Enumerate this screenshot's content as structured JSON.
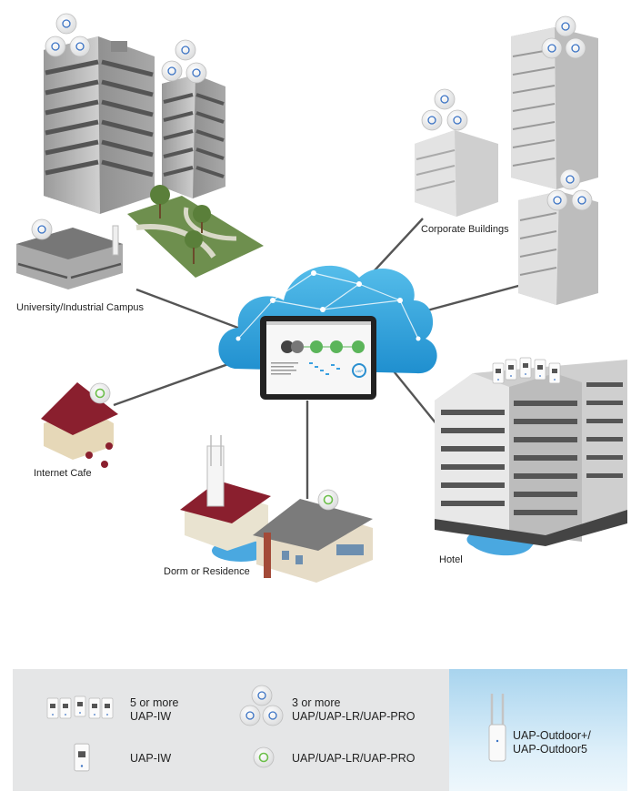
{
  "labels": {
    "university": "University/Industrial Campus",
    "corporate": "Corporate Buildings",
    "cafe": "Internet Cafe",
    "dorm": "Dorm or Residence",
    "hotel": "Hotel"
  },
  "legend": {
    "iw_multi_line1": "5 or more",
    "iw_multi_line2": "UAP-IW",
    "uap_multi_line1": "3 or more",
    "uap_multi_line2": "UAP/UAP-LR/UAP-PRO",
    "iw_single": "UAP-IW",
    "uap_single": "UAP/UAP-LR/UAP-PRO",
    "outdoor_line1": "UAP-Outdoor+/",
    "outdoor_line2": "UAP-Outdoor5"
  },
  "tablet": {
    "stat_badge": "UAP"
  },
  "colors": {
    "cloud": "#2aa3dc",
    "link_line": "#555555",
    "roof_red": "#8a1f2e",
    "grass": "#6e8f4e",
    "ap_ring": "#3b73c4",
    "ap_green": "#6cbf4a",
    "water": "#4aa8e0"
  }
}
